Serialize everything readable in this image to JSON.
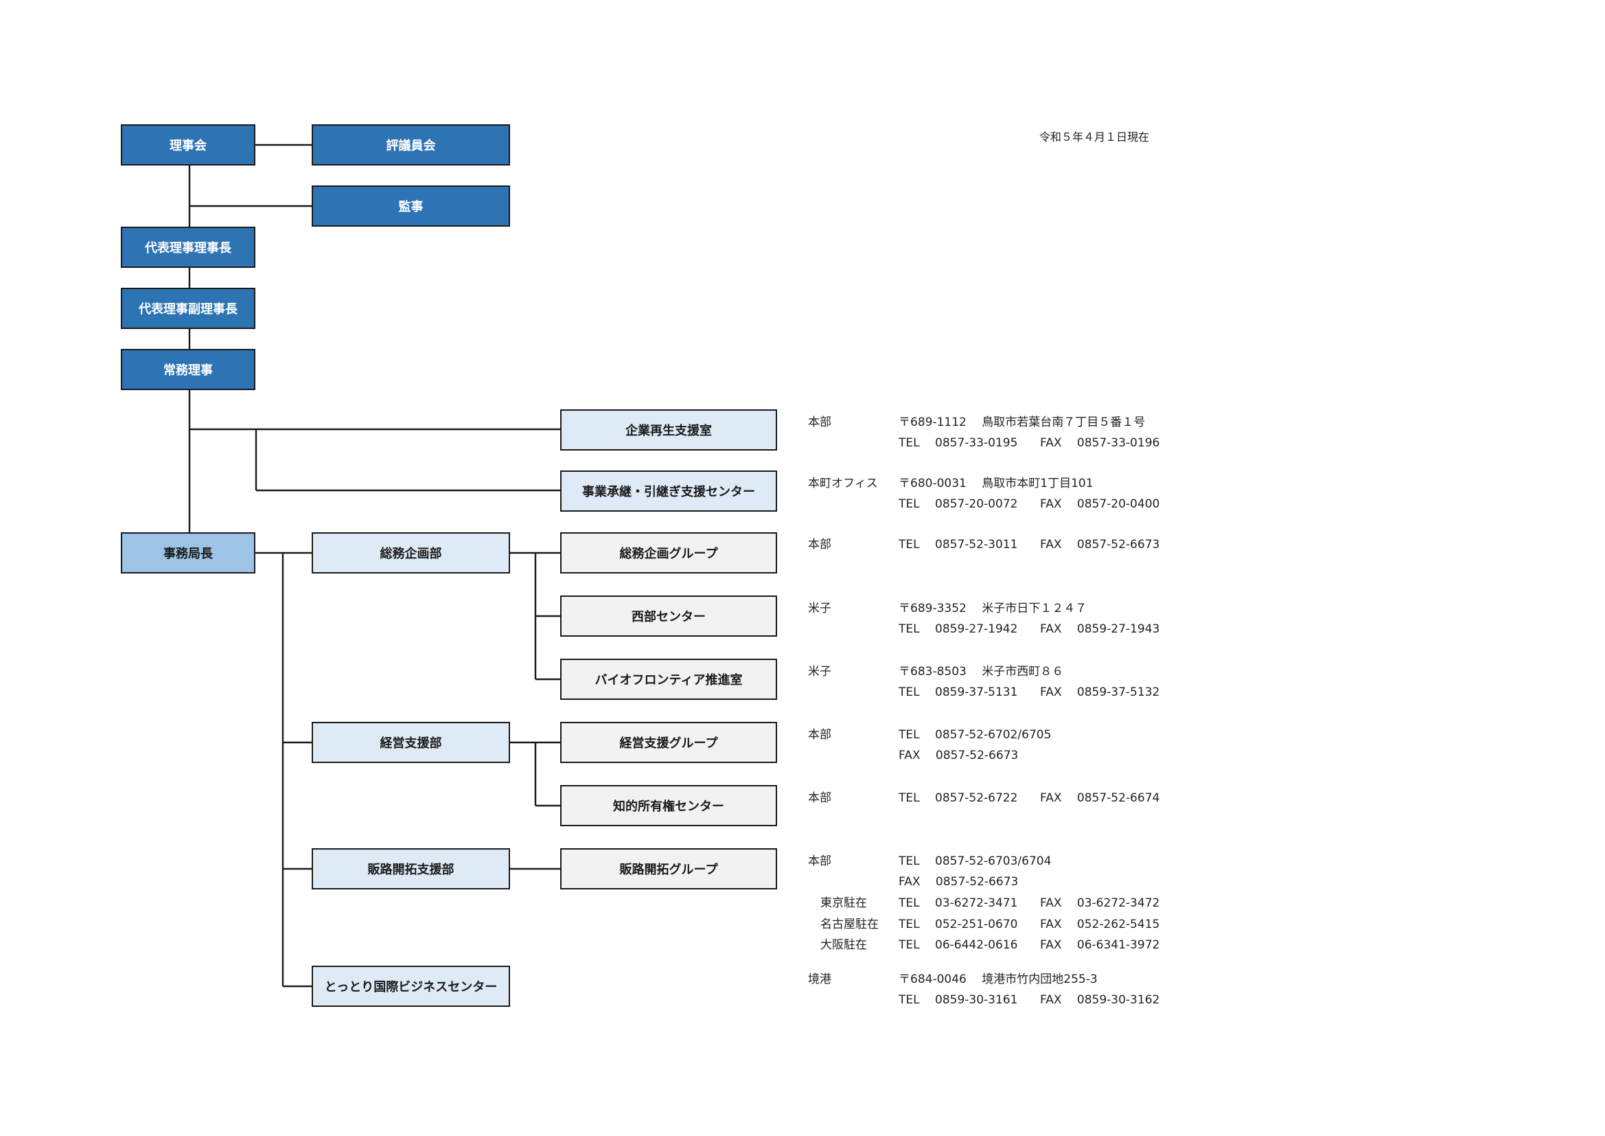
{
  "date": "令和５年４月１日現在",
  "boxes": {
    "rijikai": "理事会",
    "hyogiinkai": "評議員会",
    "kanji": "監事",
    "rijicho": "代表理事理事長",
    "fukurijicho": "代表理事副理事長",
    "jomu": "常務理事",
    "kigyo_saisei": "企業再生支援室",
    "jigyo_shokei": "事業承継・引継ぎ支援センター",
    "jimukyokucho": "事務局長",
    "somu_kikaku_bu": "総務企画部",
    "somu_kikaku_group": "総務企画グループ",
    "seibu_center": "西部センター",
    "bio_frontier": "バイオフロンティア推進室",
    "keiei_shien_bu": "経営支援部",
    "keiei_shien_group": "経営支援グループ",
    "chiteki_center": "知的所有権センター",
    "hanro_bu": "販路開拓支援部",
    "hanro_group": "販路開拓グループ",
    "tottori_intl": "とっとり国際ビジネスセンター"
  },
  "contacts": {
    "c1": {
      "loc": "本部",
      "addr": "〒689-1112　 鳥取市若葉台南７丁目５番１号",
      "tel": "TEL　 0857-33-0195",
      "fax": "FAX　 0857-33-0196"
    },
    "c2": {
      "loc": "本町オフィス",
      "addr": "〒680-0031　 鳥取市本町1丁目101",
      "tel": "TEL　 0857-20-0072",
      "fax": "FAX　 0857-20-0400"
    },
    "c3": {
      "loc": "本部",
      "tel": "TEL　 0857-52-3011",
      "fax": "FAX　 0857-52-6673"
    },
    "c4": {
      "loc": "米子",
      "addr": "〒689-3352　 米子市日下１２４７",
      "tel": "TEL　 0859-27-1942",
      "fax": "FAX　 0859-27-1943"
    },
    "c5": {
      "loc": "米子",
      "addr": "〒683-8503　 米子市西町８６",
      "tel": "TEL　 0859-37-5131",
      "fax": "FAX　 0859-37-5132"
    },
    "c6": {
      "loc": "本部",
      "tel": "TEL　 0857-52-6702/6705",
      "fax": "FAX　 0857-52-6673"
    },
    "c7": {
      "loc": "本部",
      "tel": "TEL　 0857-52-6722",
      "fax": "FAX　 0857-52-6674"
    },
    "c8": {
      "loc": "本部",
      "tel": "TEL　 0857-52-6703/6704",
      "fax": "FAX　 0857-52-6673",
      "tokyo": {
        "loc": "東京駐在",
        "tel": "TEL　 03-6272-3471",
        "fax": "FAX　 03-6272-3472"
      },
      "nagoya": {
        "loc": "名古屋駐在",
        "tel": "TEL　 052-251-0670",
        "fax": "FAX　 052-262-5415"
      },
      "osaka": {
        "loc": "大阪駐在",
        "tel": "TEL　 06-6442-0616",
        "fax": "FAX　 06-6341-3972"
      }
    },
    "c9": {
      "loc": "境港",
      "addr": "〒684-0046　 境港市竹内団地255-3",
      "tel": "TEL　 0859-30-3161",
      "fax": "FAX　 0859-30-3162"
    }
  },
  "colors": {
    "dark": "#2e74b5",
    "mid": "#9dc3e6",
    "light": "#deebf7",
    "grey": "#f2f2f2"
  }
}
